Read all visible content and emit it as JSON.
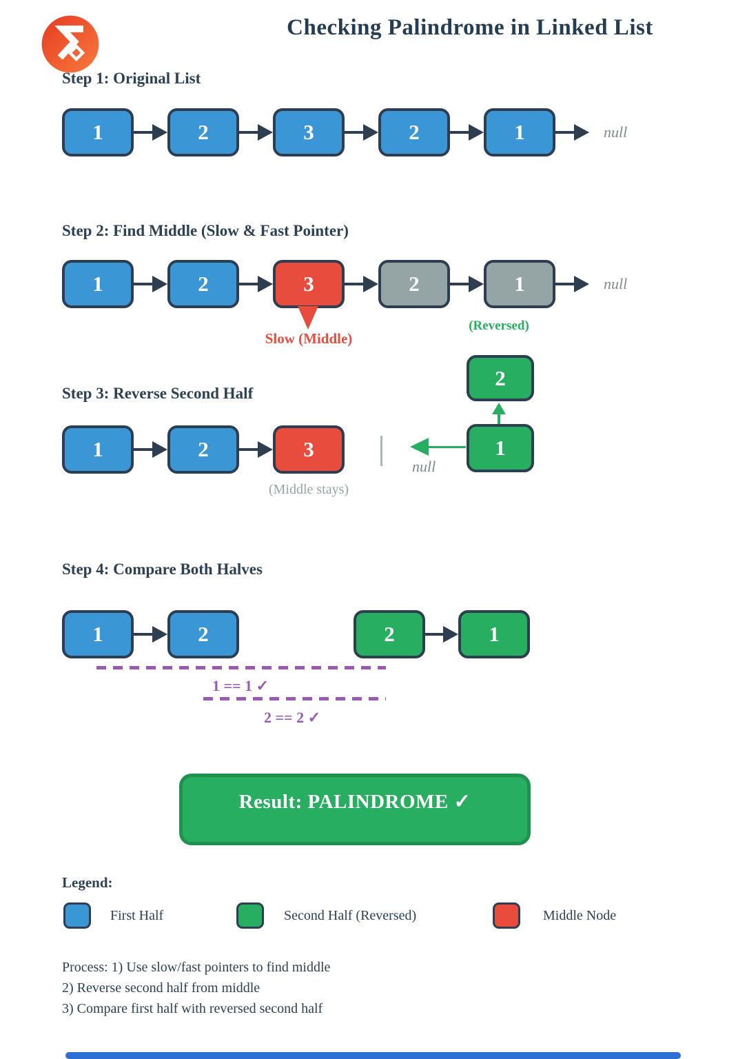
{
  "header": {
    "title": "Checking Palindrome in Linked List"
  },
  "colors": {
    "first_half": "#3a96d4",
    "second_half": "#27ae60",
    "middle_node": "#e74c3c",
    "processed_gray": "#95a5a6",
    "node_border": "#2c3e50",
    "comparison_purple": "#9b59b6",
    "bottom_bar_blue": "#2e6fd6"
  },
  "step1": {
    "heading": "Step 1: Original List",
    "nodes": [
      "1",
      "2",
      "3",
      "2",
      "1"
    ],
    "null_label": "null"
  },
  "step2": {
    "heading": "Step 2: Find Middle (Slow & Fast Pointer)",
    "nodes": [
      "1",
      "2",
      "3",
      "2",
      "1"
    ],
    "null_label": "null",
    "slow_label": "Slow (Middle)",
    "reversed_label": "(Reversed)"
  },
  "step3": {
    "heading": "Step 3: Reverse Second Half",
    "nodes": [
      "1",
      "2",
      "3"
    ],
    "middle_note": "(Middle stays)",
    "null_label": "null",
    "reversed_nodes": [
      "2",
      "1"
    ]
  },
  "step4": {
    "heading": "Step 4: Compare Both Halves",
    "first_half": [
      "1",
      "2"
    ],
    "second_half": [
      "2",
      "1"
    ],
    "comparisons": [
      "1 == 1 ✓",
      "2 == 2 ✓"
    ]
  },
  "result": {
    "label": "Result: PALINDROME ✓"
  },
  "legend": {
    "heading": "Legend:",
    "items": [
      {
        "label": "First Half",
        "color": "#3a96d4"
      },
      {
        "label": "Second Half (Reversed)",
        "color": "#27ae60"
      },
      {
        "label": "Middle Node",
        "color": "#e74c3c"
      }
    ]
  },
  "process": {
    "lines": [
      "Process: 1) Use slow/fast pointers to find middle",
      "2) Reverse second half from middle",
      "3) Compare first half with reversed second half"
    ]
  }
}
